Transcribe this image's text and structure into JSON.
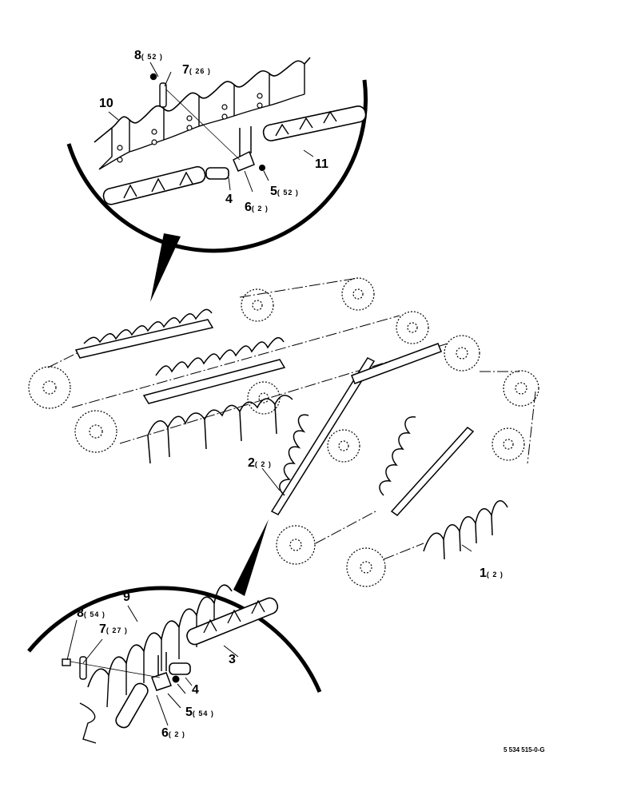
{
  "diagram": {
    "drawing_number": "5 534 515-0-G",
    "callouts_top": [
      {
        "num": "8",
        "qty": "( 52 )"
      },
      {
        "num": "7",
        "qty": "( 26 )"
      },
      {
        "num": "10",
        "qty": ""
      },
      {
        "num": "11",
        "qty": ""
      },
      {
        "num": "5",
        "qty": "( 52 )"
      },
      {
        "num": "4",
        "qty": ""
      },
      {
        "num": "6",
        "qty": "( 2 )"
      }
    ],
    "callouts_middle": [
      {
        "num": "2",
        "qty": "( 2 )"
      },
      {
        "num": "1",
        "qty": "( 2 )"
      }
    ],
    "callouts_bottom": [
      {
        "num": "9",
        "qty": ""
      },
      {
        "num": "8",
        "qty": "( 54 )"
      },
      {
        "num": "7",
        "qty": "( 27 )"
      },
      {
        "num": "3",
        "qty": ""
      },
      {
        "num": "4",
        "qty": ""
      },
      {
        "num": "5",
        "qty": "( 54 )"
      },
      {
        "num": "6",
        "qty": "( 2 )"
      }
    ]
  }
}
